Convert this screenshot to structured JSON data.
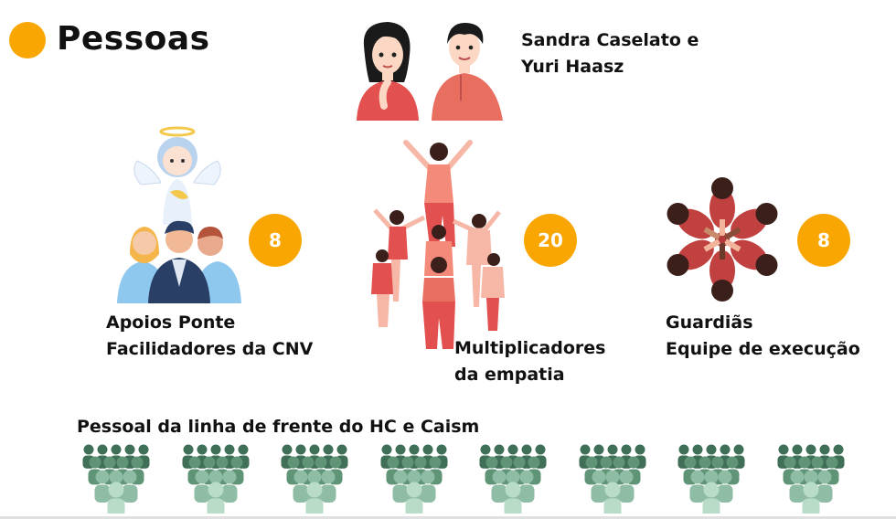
{
  "header": {
    "title": "Pessoas"
  },
  "leaders": {
    "label_line1": "Sandra Caselato e",
    "label_line2": "Yuri Haasz"
  },
  "groups": [
    {
      "count": "8",
      "label_line1": "Apoios Ponte",
      "label_line2": "Facilidadores da CNV"
    },
    {
      "count": "20",
      "label_line1": "Multiplicadores",
      "label_line2": "da empatia"
    },
    {
      "count": "8",
      "label_line1": "Guardiãs",
      "label_line2": "Equipe de execução"
    }
  ],
  "frontline": {
    "label": "Pessoal da linha de frente do HC e Caism"
  },
  "colors": {
    "accent": "#f9a602",
    "coral": "#e2504f",
    "green": "#4f8a6a"
  }
}
